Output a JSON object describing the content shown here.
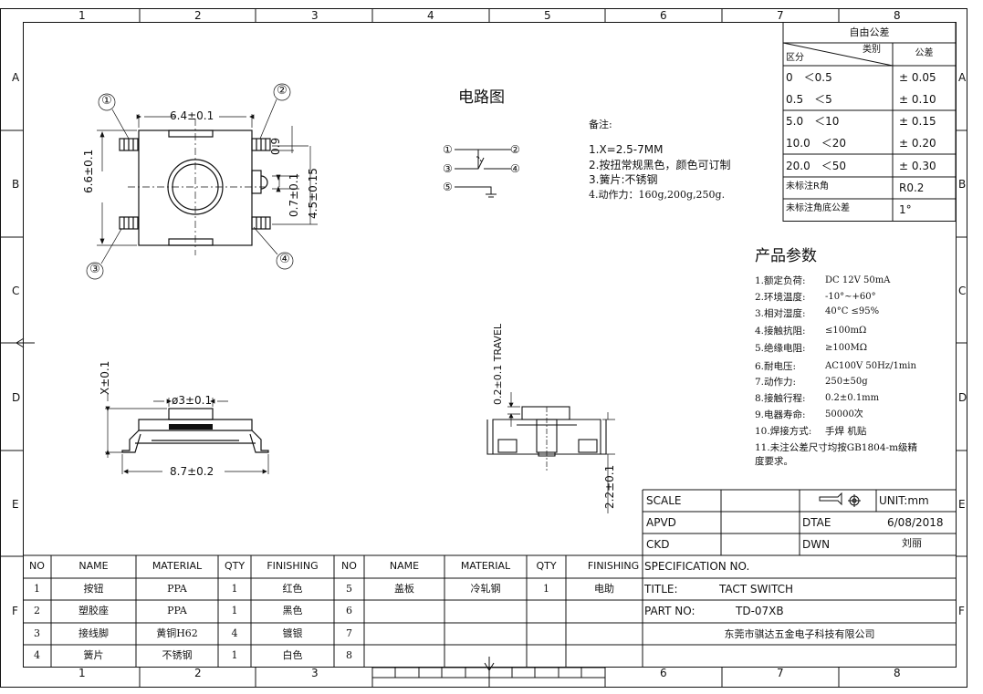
{
  "grid": {
    "cols": [
      "1",
      "2",
      "3",
      "4",
      "5",
      "6",
      "7",
      "8"
    ],
    "rows": [
      "A",
      "B",
      "C",
      "D",
      "E",
      "F"
    ]
  },
  "tolerance": {
    "title": "自由公差",
    "col_category": "类别",
    "col_region": "区分",
    "col_tol": "公差",
    "rows": [
      {
        "range": "0　＜0.5",
        "tol": "± 0.05"
      },
      {
        "range": "0.5　＜5",
        "tol": "± 0.10"
      },
      {
        "range": "5.0　＜10",
        "tol": "± 0.15"
      },
      {
        "range": "10.0　＜20",
        "tol": "± 0.20"
      },
      {
        "range": "20.0　＜50",
        "tol": "± 0.30"
      }
    ],
    "r_label": "未标注R角",
    "r_value": "R0.2",
    "angle_label": "未标注角底公差",
    "angle_value": "1°"
  },
  "circuit": {
    "title": "电路图",
    "pins": [
      "①",
      "②",
      "③",
      "④",
      "⑤"
    ]
  },
  "notes": {
    "header": "备注:",
    "lines": [
      "1.X=2.5-7MM",
      "2.按扭常规黑色，颜色可订制",
      "3.簧片:不锈钢",
      "4.动作力：160g,200g,250g."
    ]
  },
  "params": {
    "title": "产品参数",
    "items": [
      {
        "label": "1.额定负荷:",
        "value": "DC 12V 50mA"
      },
      {
        "label": "2.环境温度:",
        "value": "-10°~+60°"
      },
      {
        "label": "3.相对湿度:",
        "value": "40°C ≤95%"
      },
      {
        "label": "4.接触抗阻:",
        "value": "≤100mΩ"
      },
      {
        "label": "5.绝缘电阻:",
        "value": "≥100MΩ"
      },
      {
        "label": "6.耐电压:",
        "value": "AC100V 50Hz/1min"
      },
      {
        "label": "7.动作力:",
        "value": "250±50g"
      },
      {
        "label": "8.接触行程:",
        "value": "0.2±0.1mm"
      },
      {
        "label": "9.电器寿命:",
        "value": "50000次"
      },
      {
        "label": "10.焊接方式:",
        "value": "手焊 机贴"
      }
    ],
    "note_line1": "11.未注公差尺寸均按GB1804-m级精",
    "note_line2": "度要求。"
  },
  "dims": {
    "top_width": "6.4±0.1",
    "side_height": "6.6±0.1",
    "dim_09": "0.9",
    "dim_07": "0.7±0.1",
    "dim_45": "4.5±0.15",
    "x_height": "X±0.1",
    "button_dia": "ø3±0.1",
    "body_width": "8.7±0.2",
    "travel": "0.2±0.1 TRAVEL",
    "dim_22": "2.2±0.1"
  },
  "callouts": [
    "①",
    "②",
    "③",
    "④"
  ],
  "title_block": {
    "scale_label": "SCALE",
    "unit": "UNIT:mm",
    "apvd_label": "APVD",
    "date_label": "DTAE",
    "date_value": "6/08/2018",
    "ckd_label": "CKD",
    "dwn_label": "DWN",
    "dwn_value": "刘丽",
    "spec_label": "SPECIFICATION NO.",
    "title_label": "TITLE:",
    "title_value": "TACT SWITCH",
    "part_label": "PART NO:",
    "part_value": "TD-07XB",
    "company": "东莞市骐达五金电子科技有限公司"
  },
  "bom": {
    "headers": [
      "NO",
      "NAME",
      "MATERIAL",
      "QTY",
      "FINISHING",
      "NO",
      "NAME",
      "MATERIAL",
      "QTY",
      "FINISHING"
    ],
    "rows": [
      [
        "1",
        "按钮",
        "PPA",
        "1",
        "红色",
        "5",
        "盖板",
        "冷轧钢",
        "1",
        "电助"
      ],
      [
        "2",
        "塑胶座",
        "PPA",
        "1",
        "黑色",
        "6",
        "",
        "",
        "",
        ""
      ],
      [
        "3",
        "接线脚",
        "黄铜H62",
        "4",
        "镀银",
        "7",
        "",
        "",
        "",
        ""
      ],
      [
        "4",
        "簧片",
        "不锈钢",
        "1",
        "白色",
        "8",
        "",
        "",
        "",
        ""
      ]
    ]
  }
}
